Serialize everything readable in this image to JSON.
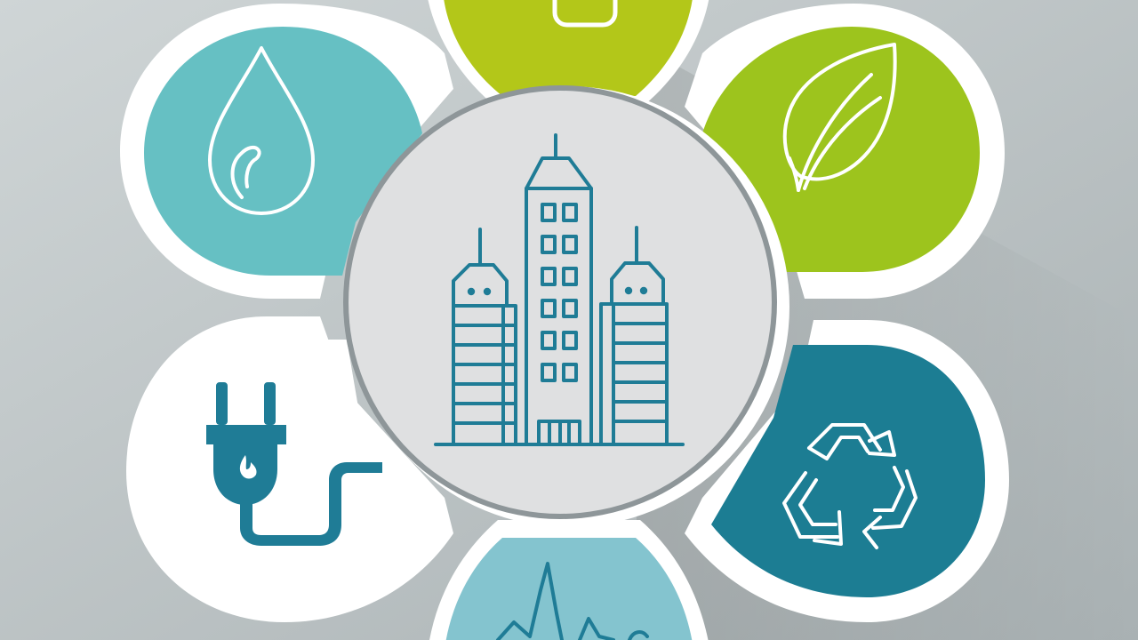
{
  "infographic": {
    "colors": {
      "background_light": "#cfd5d6",
      "background_dark": "#a9b1b3",
      "petal_border": "#ffffff",
      "teal_light": "#66c0c3",
      "lime": "#b3c719",
      "green": "#9dc41d",
      "petal_white": "#ffffff",
      "teal_dark": "#1c7d93",
      "sky": "#84c4cf",
      "center_fill": "#dfe0e1",
      "center_ring": "#8e9699",
      "icon_white": "#ffffff",
      "icon_dark": "#1f7c96"
    },
    "center": {
      "icon": "city-buildings-icon"
    },
    "petals": [
      {
        "id": "top-left",
        "icon": "water-drop-icon",
        "fill": "teal_light"
      },
      {
        "id": "top",
        "icon": "top-icon",
        "fill": "lime"
      },
      {
        "id": "top-right",
        "icon": "leaf-icon",
        "fill": "green"
      },
      {
        "id": "bottom-left",
        "icon": "power-plug-icon",
        "fill": "petal_white"
      },
      {
        "id": "bottom-right",
        "icon": "recycle-icon",
        "fill": "teal_dark"
      },
      {
        "id": "bottom",
        "icon": "sparkle-icon",
        "fill": "sky"
      }
    ]
  }
}
